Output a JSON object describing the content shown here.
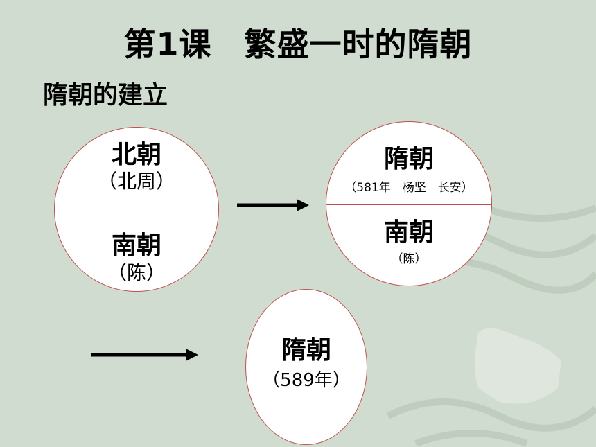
{
  "title": "第1课　繁盛一时的隋朝",
  "subtitle": "隋朝的建立",
  "left_circle": {
    "top_name": "北朝",
    "top_sub": "（北周）",
    "bottom_name": "南朝",
    "bottom_sub": "（陈）"
  },
  "right_circle": {
    "top_name": "隋朝",
    "top_sub": "（581年　杨坚　长安）",
    "bottom_name": "南朝",
    "bottom_sub": "（陈）"
  },
  "bottom_circle": {
    "name": "隋朝",
    "sub": "（589年）"
  },
  "colors": {
    "background": "#cfdccf",
    "circle_border": "#c0504d",
    "arrow": "#000000"
  }
}
